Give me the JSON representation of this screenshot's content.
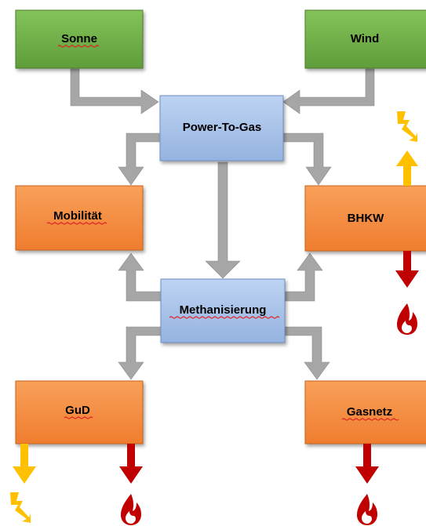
{
  "nodes": {
    "sonne": "Sonne",
    "wind": "Wind",
    "ptg": "Power-To-Gas",
    "mobilitaet": "Mobilität",
    "bhkw": "BHKW",
    "methanisierung": "Methanisierung",
    "gud": "GuD",
    "gasnetz": "Gasnetz"
  },
  "colors": {
    "source": "#70ad47",
    "process": "#a9c4eb",
    "consumer": "#f5883a",
    "connector": "#a6a6a6",
    "electricity": "#ffc000",
    "heat": "#c00000"
  }
}
